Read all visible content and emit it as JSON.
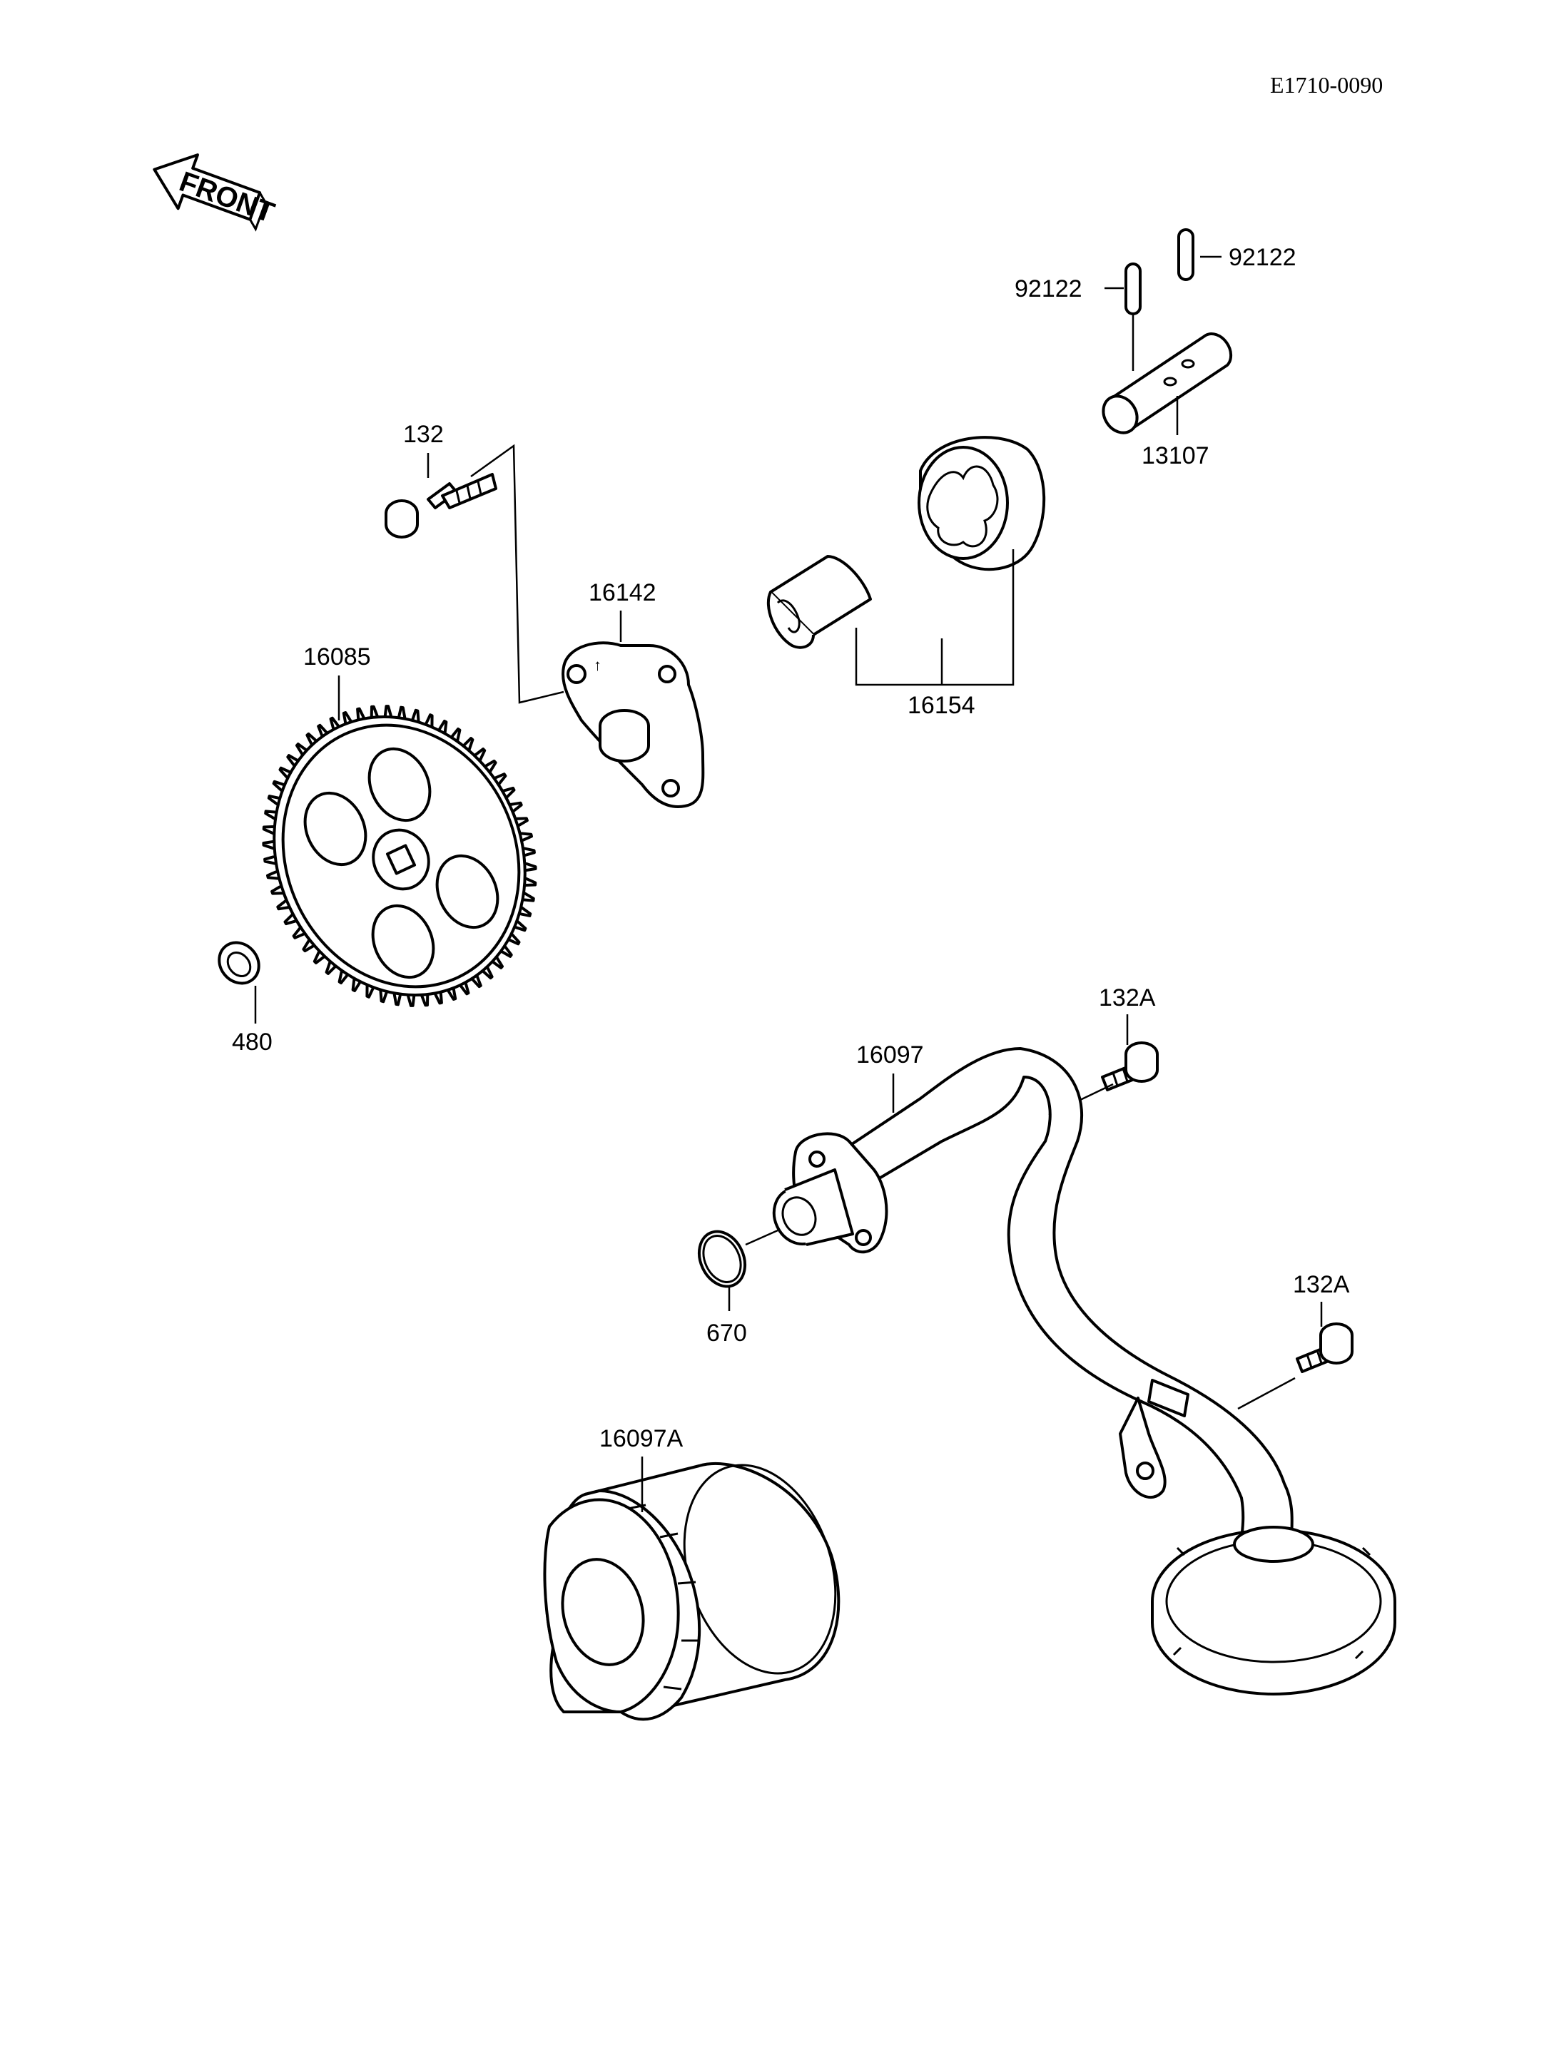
{
  "diagram_code": "E1710-0090",
  "direction_label": "FRONT",
  "parts": [
    {
      "key": "pin_right",
      "label": "92122"
    },
    {
      "key": "pin_left",
      "label": "92122"
    },
    {
      "key": "shaft",
      "label": "13107"
    },
    {
      "key": "bolt_cover",
      "label": "132"
    },
    {
      "key": "cover",
      "label": "16142"
    },
    {
      "key": "rotor",
      "label": "16154"
    },
    {
      "key": "gear",
      "label": "16085"
    },
    {
      "key": "circlip",
      "label": "480"
    },
    {
      "key": "bolt_pipe_1",
      "label": "132A"
    },
    {
      "key": "pipe",
      "label": "16097"
    },
    {
      "key": "oring",
      "label": "670"
    },
    {
      "key": "bolt_pipe_2",
      "label": "132A"
    },
    {
      "key": "filter",
      "label": "16097A"
    }
  ]
}
